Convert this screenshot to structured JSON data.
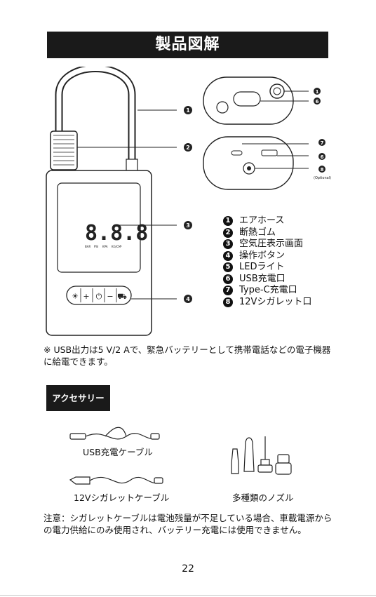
{
  "header": {
    "title": "製品図解"
  },
  "diagram": {
    "display_digits": "8.8.8",
    "unit_labels": [
      "BAR",
      "PSI",
      "KPA",
      "KG/CM²"
    ],
    "buttons": [
      "☀",
      "+",
      "⏻",
      "−",
      "⛟"
    ],
    "callouts": [
      "1",
      "2",
      "3",
      "4",
      "1",
      "6",
      "7",
      "6",
      "8"
    ],
    "optional_label": "(Optional)"
  },
  "legend": [
    {
      "num": "1",
      "label": "エアホース"
    },
    {
      "num": "2",
      "label": "断熱ゴム"
    },
    {
      "num": "3",
      "label": "空気圧表示画面"
    },
    {
      "num": "4",
      "label": "操作ボタン"
    },
    {
      "num": "5",
      "label": "LEDライト"
    },
    {
      "num": "6",
      "label": "USB充電口"
    },
    {
      "num": "7",
      "label": "Type-C充電口"
    },
    {
      "num": "8",
      "label": "12Vシガレット口"
    }
  ],
  "note1": "※ USB出力は5 V/2 Aで、緊急バッテリーとして携帯電話などの電子機器に給電できます。",
  "accessory_heading": "アクセサリー",
  "accessories": {
    "usb_cable": "USB充電ケーブル",
    "car_cable": "12Vシガレットケーブル",
    "nozzles": "多種類のノズル"
  },
  "note2": "注意：シガレットケーブルは電池残量が不足している場合、車載電源からの電力供給にのみ使用され、バッテリー充電には使用できません。",
  "page_number": "22"
}
